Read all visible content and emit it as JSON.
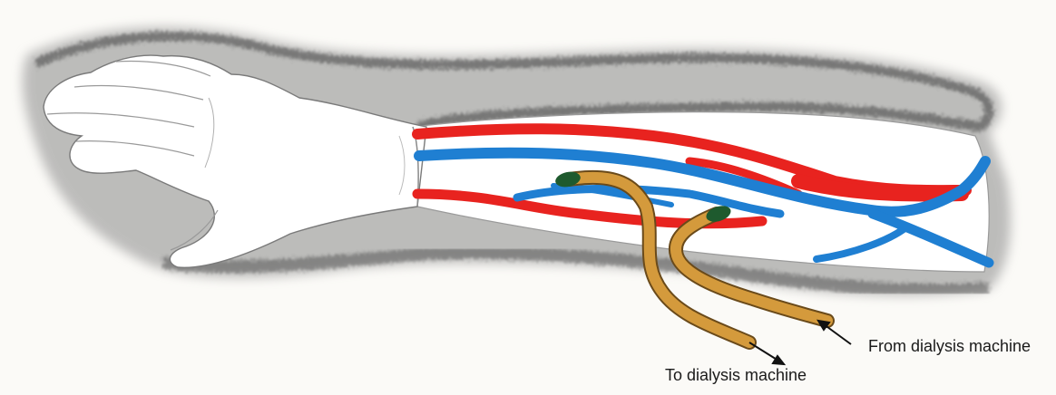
{
  "labels": {
    "from_machine": "From dialysis machine",
    "to_machine": "To dialysis machine"
  },
  "colors": {
    "background": "#fbfaf7",
    "artery": "#e8231f",
    "vein": "#1f7fd2",
    "needle_tube": "#d49a3c",
    "needle_hub": "#1e5a2e",
    "pencil_shading": "#6b6b6b",
    "skin": "#ffffff"
  },
  "icons": {
    "arrow_in": "arrow-to-needle",
    "arrow_out": "arrow-from-needle"
  }
}
